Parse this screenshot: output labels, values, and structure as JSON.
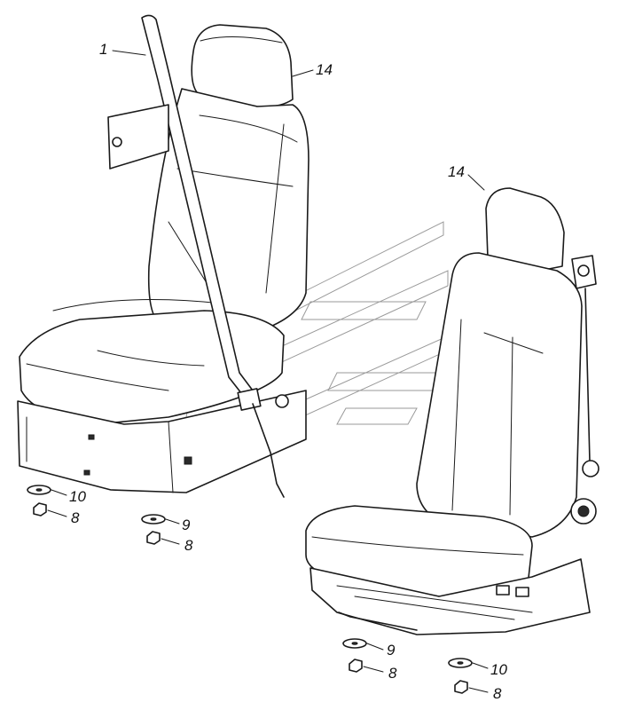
{
  "callouts": {
    "c1": "1",
    "c14_left": "14",
    "c14_right": "14",
    "c10_left": "10",
    "c8_left_a": "8",
    "c9_left": "9",
    "c8_left_b": "8",
    "c9_right": "9",
    "c8_right_a": "8",
    "c10_right": "10",
    "c8_right_b": "8"
  }
}
